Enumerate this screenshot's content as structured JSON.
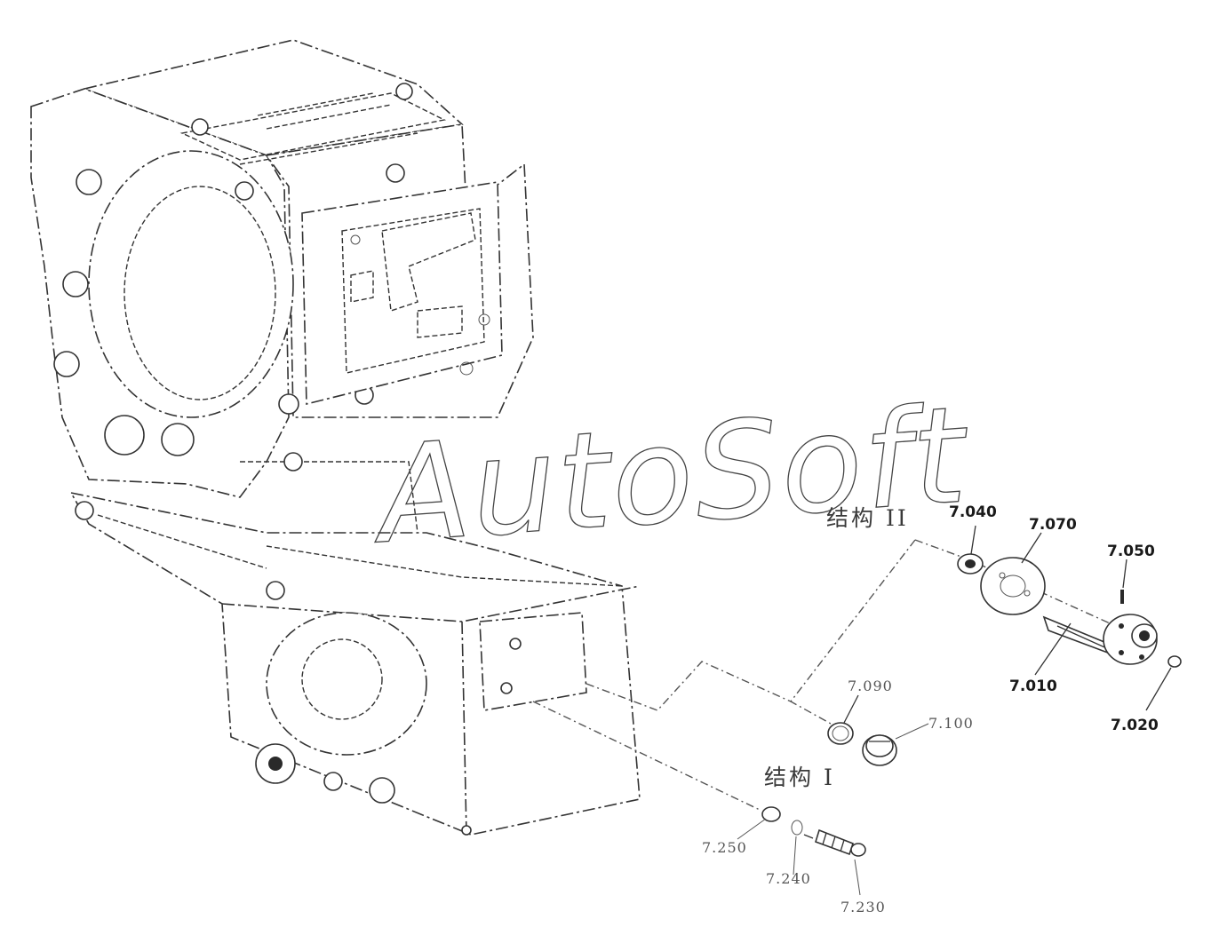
{
  "watermark": "AutoSoft",
  "structure_labels": {
    "structure_2": "结构 II",
    "structure_1": "结构 I"
  },
  "parts": [
    {
      "id": "p7040",
      "label": "7.040"
    },
    {
      "id": "p7070",
      "label": "7.070"
    },
    {
      "id": "p7050",
      "label": "7.050"
    },
    {
      "id": "p7010",
      "label": "7.010"
    },
    {
      "id": "p7020",
      "label": "7.020"
    },
    {
      "id": "p7090",
      "label": "7.090"
    },
    {
      "id": "p7100",
      "label": "7.100"
    },
    {
      "id": "p7250",
      "label": "7.250"
    },
    {
      "id": "p7240",
      "label": "7.240"
    },
    {
      "id": "p7230",
      "label": "7.230"
    }
  ]
}
